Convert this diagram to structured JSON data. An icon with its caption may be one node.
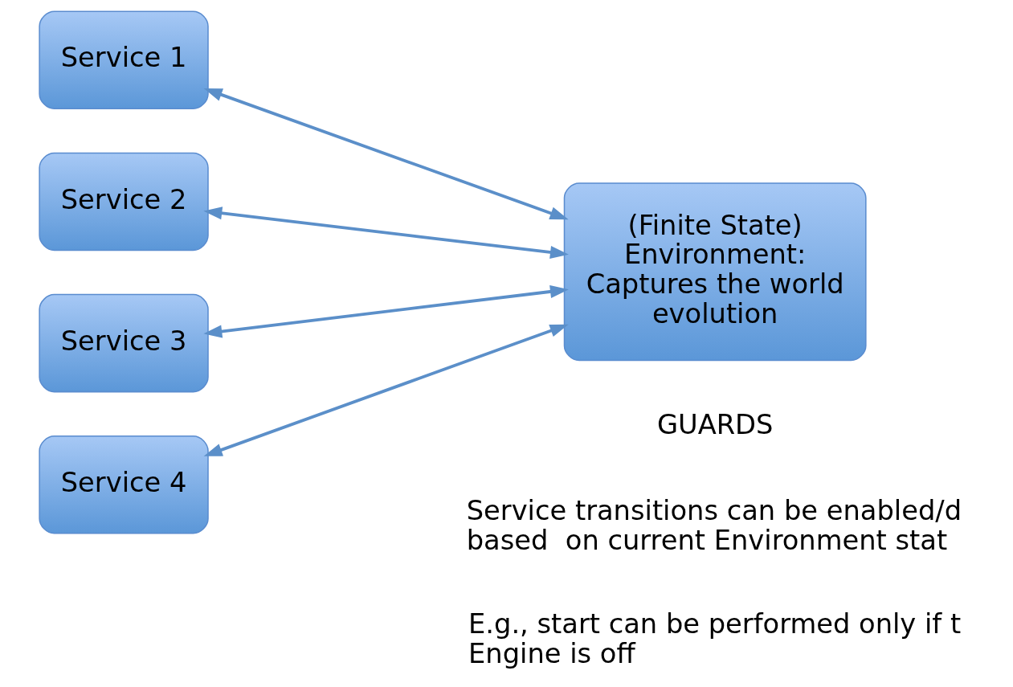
{
  "diagram": {
    "nodes": [
      {
        "text": [
          "Service 1"
        ]
      },
      {
        "text": [
          "Service 2"
        ]
      },
      {
        "text": [
          "Service 3"
        ]
      },
      {
        "text": [
          "Service 4"
        ]
      },
      {
        "text": [
          "(Finite State) Environment: Captures the world evolution"
        ]
      }
    ],
    "edges": [
      {
        "from": 0,
        "to": 4,
        "arrow": "both"
      },
      {
        "from": 1,
        "to": 4,
        "arrow": "both"
      },
      {
        "from": 2,
        "to": 4,
        "arrow": "both"
      },
      {
        "from": 3,
        "to": 4,
        "arrow": "both"
      }
    ],
    "labels": [
      "GUARDS",
      "Service transitions can be enabled/d based  on current Environment stat",
      "E.g., start can be performed only if t Engine is off"
    ]
  }
}
